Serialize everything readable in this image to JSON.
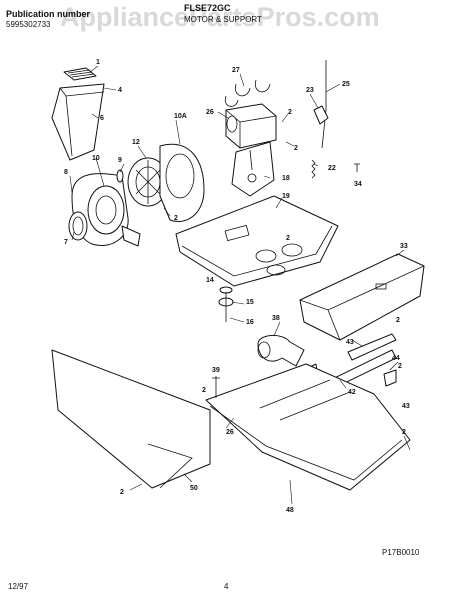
{
  "watermark": "AppliancePartsPros.com",
  "header": {
    "publication_label": "Publication number",
    "publication_number": "5995302733",
    "model": "FLSE72GC",
    "section_title": "MOTOR & SUPPORT"
  },
  "footer": {
    "date": "12/97",
    "page": "4",
    "figure_code": "P17B0010"
  },
  "callouts": [
    "1",
    "4",
    "6",
    "10",
    "10A",
    "12",
    "9",
    "8",
    "2",
    "7",
    "27",
    "26",
    "2",
    "23",
    "25",
    "2",
    "22",
    "34",
    "18",
    "19",
    "2",
    "33",
    "14",
    "15",
    "16",
    "38",
    "2",
    "43",
    "39",
    "42",
    "44",
    "43",
    "2",
    "26",
    "2",
    "50",
    "48",
    "2",
    "2"
  ]
}
